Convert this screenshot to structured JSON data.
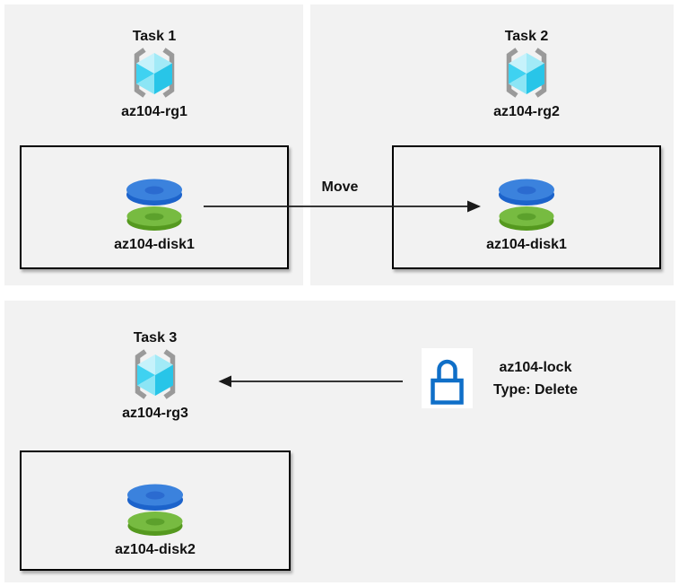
{
  "panels": [
    {
      "title": "Task 1",
      "rg_label": "az104-rg1",
      "disk_label": "az104-disk1"
    },
    {
      "title": "Task 2",
      "rg_label": "az104-rg2",
      "disk_label": "az104-disk1"
    },
    {
      "title": "Task 3",
      "rg_label": "az104-rg3",
      "disk_label": "az104-disk2"
    }
  ],
  "arrows": {
    "move": {
      "label": "Move",
      "direction": "right"
    },
    "lock": {
      "label": "",
      "direction": "left"
    }
  },
  "lock": {
    "name": "az104-lock",
    "type": "Type: Delete"
  },
  "icons": {
    "resource_group": "resource-group-icon",
    "disk": "disk-icon",
    "lock": "lock-icon",
    "move_arrow": "arrow-right-icon",
    "lock_arrow": "arrow-left-icon"
  },
  "colors": {
    "panel_bg": "#f2f2f2",
    "box_border": "#000000",
    "arrow": "#1a1a1a",
    "bracket_gray": "#9a9a9a",
    "cube_light": "#c6f2fb",
    "cube_mid": "#4fd8f3",
    "cube_dark": "#28c5e8",
    "disk_blue": "#3b82dd",
    "disk_blue_dark": "#1c63cb",
    "disk_green": "#77bb41",
    "disk_green_dark": "#55991f",
    "lock_blue": "#0f6fc8"
  }
}
